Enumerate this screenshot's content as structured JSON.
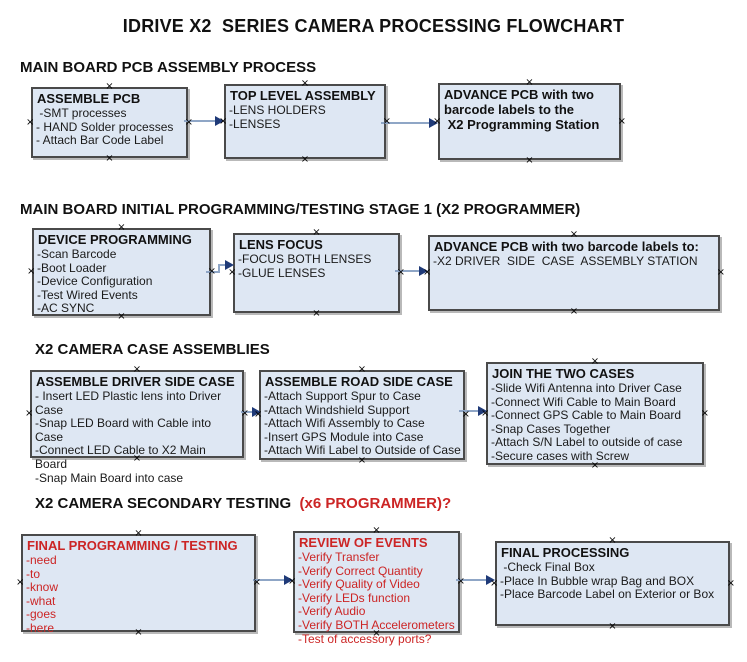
{
  "title": "IDRIVE X2  SERIES CAMERA PROCESSING FLOWCHART",
  "colors": {
    "box_fill": "#dee7f3",
    "box_border": "#4a4a4a",
    "text_black": "#111111",
    "text_red": "#cc2525",
    "arrow_line": "#8fa6c6",
    "arrow_head": "#1f3a78"
  },
  "icons": {
    "connection_point": "×"
  },
  "sections": [
    {
      "header": "MAIN BOARD PCB ASSEMBLY PROCESS",
      "boxes": [
        {
          "title": "ASSEMBLE PCB",
          "items": [
            " -SMT processes",
            "- HAND Solder processes",
            "- Attach Bar Code Label"
          ]
        },
        {
          "title": "TOP LEVEL ASSEMBLY",
          "items": [
            "-LENS HOLDERS",
            "-LENSES"
          ]
        },
        {
          "title": "ADVANCE PCB with two\nbarcode labels to the\n X2 Programming Station",
          "items": []
        }
      ]
    },
    {
      "header": "MAIN BOARD INITIAL PROGRAMMING/TESTING STAGE 1 (X2 PROGRAMMER)",
      "boxes": [
        {
          "title": "DEVICE PROGRAMMING",
          "items": [
            "-Scan Barcode",
            "-Boot Loader",
            "-Device Configuration",
            "-Test Wired Events",
            "-AC SYNC"
          ]
        },
        {
          "title": "LENS FOCUS",
          "items": [
            "-FOCUS BOTH LENSES",
            "-GLUE LENSES"
          ]
        },
        {
          "title": "ADVANCE PCB with two barcode labels to:",
          "items": [
            "-X2 DRIVER  SIDE  CASE  ASSEMBLY STATION"
          ]
        }
      ]
    },
    {
      "header": "X2 CAMERA CASE ASSEMBLIES",
      "boxes": [
        {
          "title": "ASSEMBLE DRIVER SIDE CASE",
          "items": [
            "- Insert LED Plastic lens into Driver Case",
            "-Snap LED Board with Cable into Case",
            "-Connect LED Cable to X2 Main Board",
            "-Snap Main Board into case"
          ]
        },
        {
          "title": "ASSEMBLE ROAD SIDE CASE",
          "items": [
            "-Attach Support Spur to Case",
            "-Attach Windshield Support",
            "-Attach Wifi Assembly to Case",
            "-Insert GPS Module into Case",
            "-Attach Wifi Label to Outside of Case"
          ]
        },
        {
          "title": "JOIN THE TWO CASES",
          "items": [
            "-Slide Wifi Antenna into Driver Case",
            "-Connect Wifi Cable to Main Board",
            "-Connect GPS Cable to Main Board",
            "-Snap Cases Together",
            "-Attach S/N Label to outside of case",
            "-Secure cases with Screw"
          ]
        }
      ]
    },
    {
      "header_black": "X2 CAMERA SECONDARY TESTING ",
      "header_red": " (x6 PROGRAMMER)?",
      "boxes": [
        {
          "title": "FINAL PROGRAMMING / TESTING",
          "items": [
            "-need",
            "-to",
            "-know",
            "-what",
            "-goes",
            "-here"
          ]
        },
        {
          "title": "REVIEW OF EVENTS",
          "items": [
            "-Verify Transfer",
            "-Verify Correct Quantity",
            "-Verify Quality of Video",
            "-Verify LEDs function",
            "-Verify Audio",
            "-Verify BOTH Accelerometers",
            "-Test of accessory ports?"
          ]
        },
        {
          "title": "FINAL PROCESSING",
          "items": [
            " -Check Final Box",
            "-Place In Bubble wrap Bag and BOX",
            "-Place Barcode Label on Exterior or Box"
          ]
        }
      ]
    }
  ]
}
